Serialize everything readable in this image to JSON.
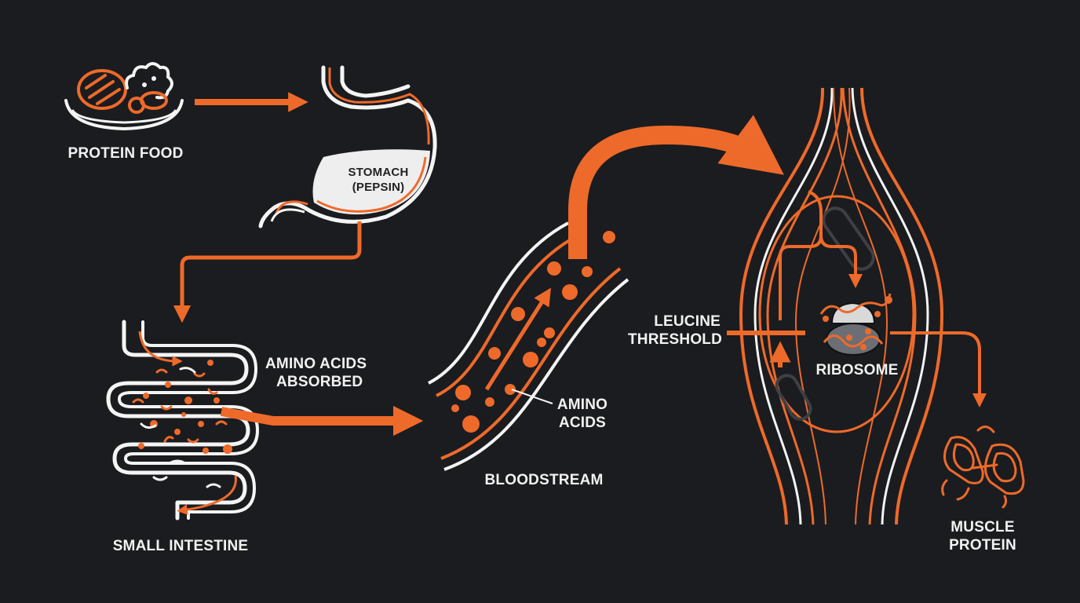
{
  "colors": {
    "background": "#1b1c1f",
    "accent": "#ee6a2a",
    "outline": "#f4f4f4",
    "text": "#f2f2f2"
  },
  "labels": {
    "protein_food": "PROTEIN FOOD",
    "stomach_line1": "STOMACH",
    "stomach_line2": "(PEPSIN)",
    "small_intestine": "SMALL INTESTINE",
    "amino_absorbed_line1": "AMINO ACIDS",
    "amino_absorbed_line2": "ABSORBED",
    "amino_acids_line1": "AMINO",
    "amino_acids_line2": "ACIDS",
    "bloodstream": "BLOODSTREAM",
    "leucine_line1": "LEUCINE",
    "leucine_line2": "THRESHOLD",
    "ribosome": "RIBOSOME",
    "muscle_protein_line1": "MUSCLE",
    "muscle_protein_line2": "PROTEIN"
  },
  "icons": [
    "protein-food-plate-icon",
    "stomach-icon",
    "small-intestine-icon",
    "blood-vessel-icon",
    "muscle-fiber-icon",
    "ribosome-icon",
    "muscle-protein-icon"
  ]
}
